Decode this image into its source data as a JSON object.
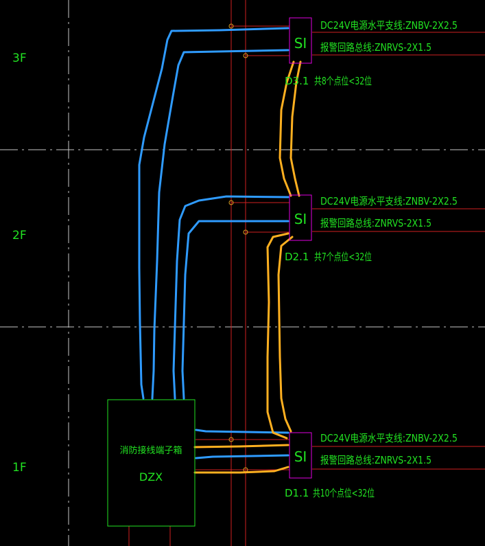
{
  "floors": [
    "3F",
    "2F",
    "1F"
  ],
  "modules": [
    {
      "symbol": "SI",
      "id": "D3.1",
      "points": "共8个点位<32位",
      "power_line": "DC24V电源水平支线:ZNBV-2X2.5",
      "alarm_line": "报警回路总线:ZNRVS-2X1.5"
    },
    {
      "symbol": "SI",
      "id": "D2.1",
      "points": "共7个点位<32位",
      "power_line": "DC24V电源水平支线:ZNBV-2X2.5",
      "alarm_line": "报警回路总线:ZNRVS-2X1.5"
    },
    {
      "symbol": "SI",
      "id": "D1.1",
      "points": "共10个点位<32位",
      "power_line": "DC24V电源水平支线:ZNBV-2X2.5",
      "alarm_line": "报警回路总线:ZNRVS-2X1.5"
    }
  ],
  "terminal_box": {
    "name": "消防接线端子箱",
    "code": "DZX"
  },
  "colors": {
    "background": "#000000",
    "text": "#22e322",
    "box_outline": "#22e322",
    "module_outline": "#e000e0",
    "red_line": "#d02020",
    "blue_wire": "#2f9bff",
    "yellow_wire": "#ffb020",
    "grid_line": "#c8c8c8"
  }
}
